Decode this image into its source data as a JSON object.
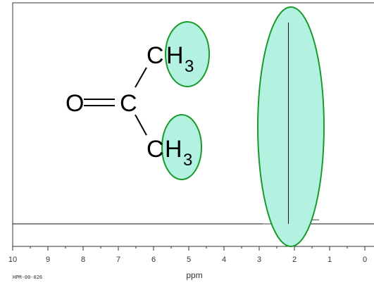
{
  "sample_id": "HPM-00-026",
  "molecule": {
    "atoms": [
      "O",
      "C",
      "C",
      "H",
      "3",
      "C",
      "H",
      "3"
    ]
  },
  "highlight": {
    "fill": "#b3f2e0",
    "stroke": "#1a9a2a"
  },
  "chart_data": {
    "type": "line",
    "xlabel": "ppm",
    "ylabel": "",
    "title": "",
    "xlim": [
      10,
      0
    ],
    "x_reversed": true,
    "x_ticks": [
      "10",
      "9",
      "8",
      "7",
      "6",
      "5",
      "4",
      "3",
      "2",
      "1",
      "0"
    ],
    "grid": false,
    "peaks": [
      {
        "ppm": 2.17,
        "relative_intensity": 1.0
      }
    ],
    "integration_steps": [
      {
        "from_ppm": 2.9,
        "to_ppm": 1.3,
        "relative_height": 0.02
      }
    ]
  }
}
